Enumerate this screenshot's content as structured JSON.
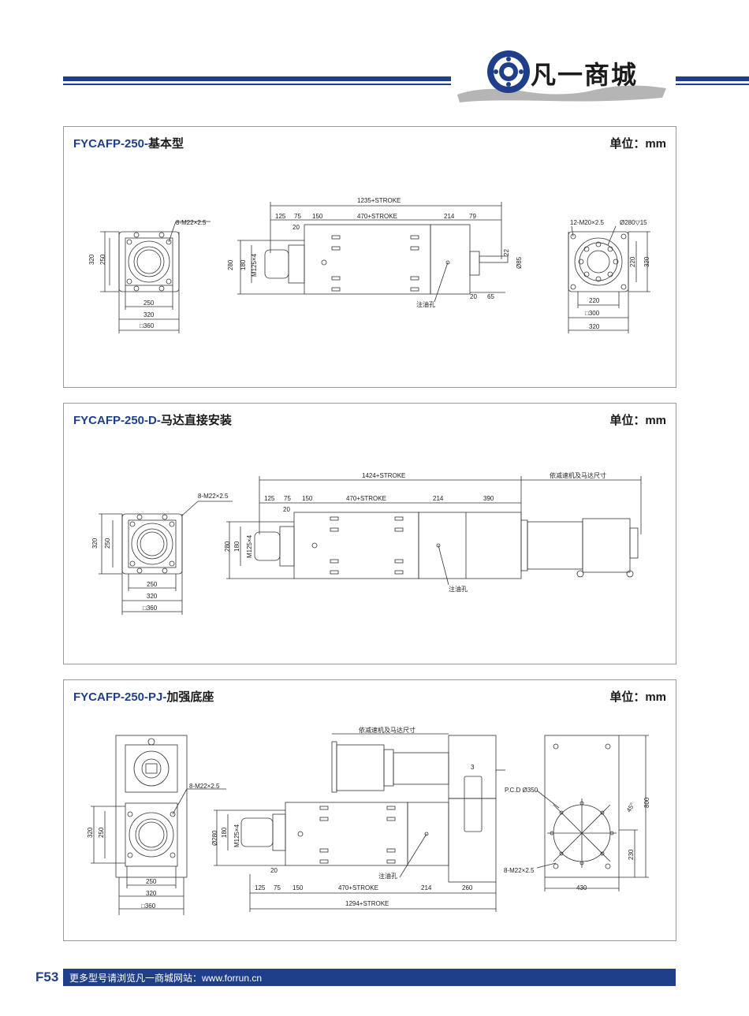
{
  "header": {
    "brand_text": "凡一商城",
    "logo_icon": "bearing-ring-icon",
    "accent_color": "#1f3f8a"
  },
  "sections": [
    {
      "title_code": "FYCAFP-250-",
      "title_cn": "基本型",
      "unit": "单位：mm",
      "dims": {
        "thread_front": "8-M22×2.5",
        "h320": "320",
        "h250": "250",
        "w250": "250",
        "w320": "320",
        "sq360": "□360",
        "total": "1235+STROKE",
        "d125": "125",
        "d75": "75",
        "d150": "150",
        "stroke": "470+STROKE",
        "d214": "214",
        "d79": "79",
        "d20a": "20",
        "h280": "280",
        "h180": "180",
        "m125": "M125×4",
        "d22": "22",
        "phi85": "Ø85",
        "d20b": "20",
        "d65": "65",
        "oil": "注油孔",
        "thread_rear": "12-M20×2.5",
        "phi280": "Ø280▽15",
        "r220v": "220",
        "r320v": "320",
        "r220": "220",
        "r300": "□300",
        "r320": "320"
      }
    },
    {
      "title_code": "FYCAFP-250-D-",
      "title_cn": "马达直接安装",
      "unit": "单位：mm",
      "dims": {
        "thread_front": "8-M22×2.5",
        "h320": "320",
        "h250": "250",
        "w250": "250",
        "w320": "320",
        "sq360": "□360",
        "total": "1424+STROKE",
        "motor": "依减速机及马达尺寸",
        "d125": "125",
        "d75": "75",
        "d150": "150",
        "stroke": "470+STROKE",
        "d214": "214",
        "d390": "390",
        "d20a": "20",
        "h280": "280",
        "h180": "180",
        "m125": "M125×4",
        "oil": "注油孔"
      }
    },
    {
      "title_code": "FYCAFP-250-PJ-",
      "title_cn": "加强底座",
      "unit": "单位：mm",
      "dims": {
        "thread_front": "8-M22×2.5",
        "h320": "320",
        "h250": "250",
        "w250": "250",
        "w320": "320",
        "sq360": "□360",
        "motor": "依减速机及马达尺寸",
        "d3": "3",
        "phi280": "Ø280",
        "h180": "180",
        "m125": "M125×4",
        "d20a": "20",
        "oil": "注油孔",
        "d125": "125",
        "d75": "75",
        "d150": "150",
        "stroke": "470+STROKE",
        "d214": "214",
        "d260": "260",
        "total": "1294+STROKE",
        "pcd": "P.C.D Ø350",
        "angle": "45°",
        "thread_base": "8-M22×2.5",
        "v800": "800",
        "v230": "230",
        "w430": "430"
      }
    }
  ],
  "footer": {
    "page_number": "F53",
    "text": "更多型号请浏览凡一商城网站：www.forrun.cn"
  }
}
